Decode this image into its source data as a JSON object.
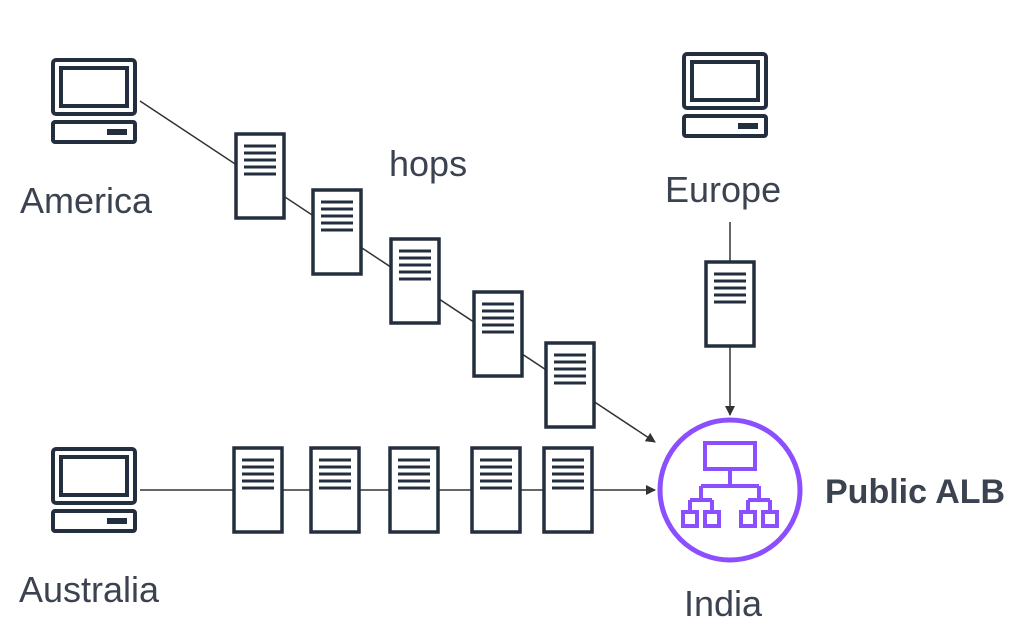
{
  "labels": {
    "america": "America",
    "europe": "Europe",
    "australia": "Australia",
    "india": "India",
    "hops": "hops",
    "public_alb": "Public ALB"
  },
  "icons": {
    "client": "desktop-computer-icon",
    "hop": "server-icon",
    "load_balancer": "application-load-balancer-icon"
  },
  "colors": {
    "icon_stroke": "#232f3e",
    "alb_purple": "#8c4fff",
    "arrow": "#333333",
    "text": "#3b4350"
  }
}
